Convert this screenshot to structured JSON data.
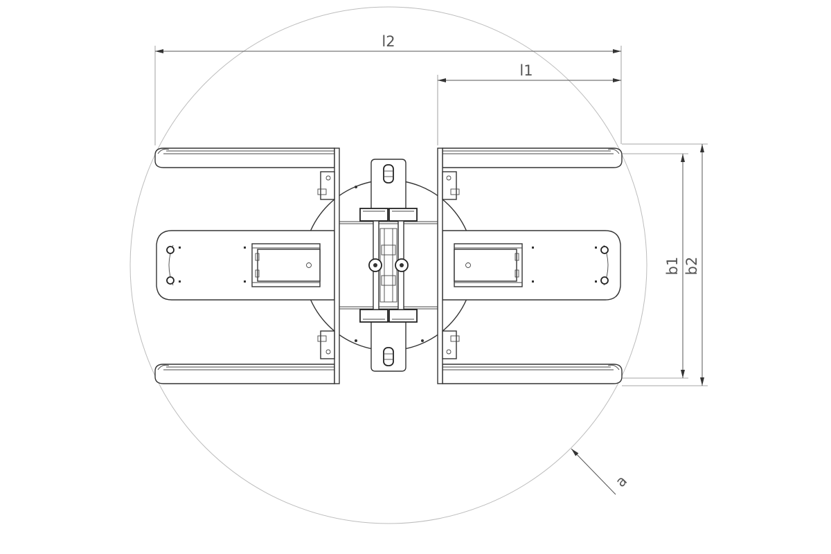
{
  "dimensions": {
    "overall_length": "l2",
    "arm_length": "l1",
    "inner_width": "b1",
    "outer_width": "b2",
    "radius": "a"
  },
  "colors": {
    "line": "#333333",
    "dimension_line": "#555555",
    "radius_circle": "#bcbcbc",
    "background": "#ffffff"
  }
}
